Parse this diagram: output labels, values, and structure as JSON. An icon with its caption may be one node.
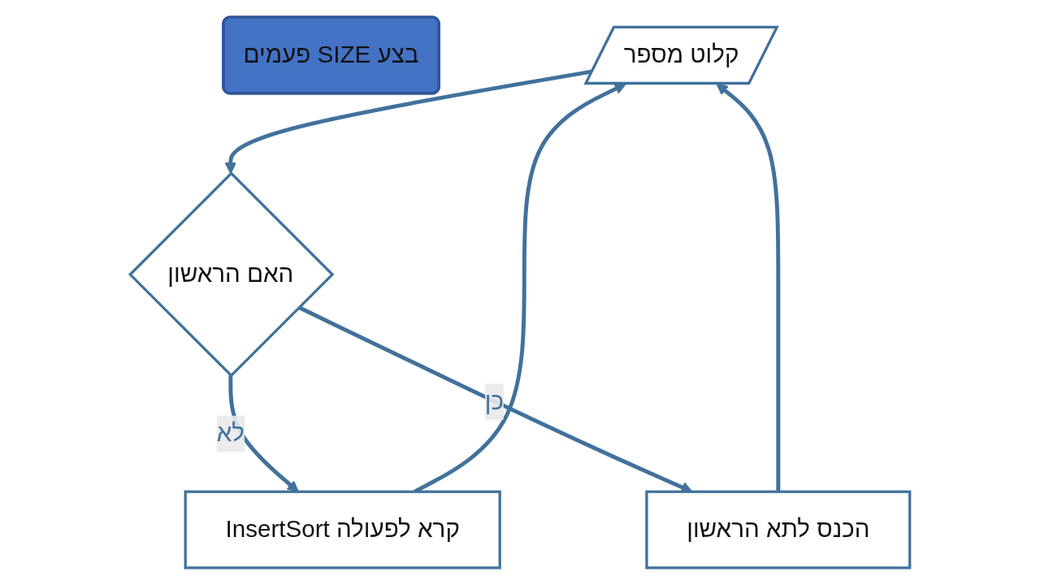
{
  "diagram": {
    "nodes": [
      {
        "text": [
          "בצע SIZE פעמים"
        ]
      },
      {
        "text": [
          "קלוט מספר"
        ]
      },
      {
        "text": [
          "האם הראשון"
        ]
      },
      {
        "text": [
          "קרא לפעולה InsertSort"
        ]
      },
      {
        "text": [
          "הכנס לתא הראשון"
        ]
      }
    ],
    "edges": [
      {
        "from": 1,
        "to": 2,
        "arrow": "to"
      },
      {
        "from": 2,
        "to": 3,
        "label": "לא",
        "arrow": "to"
      },
      {
        "from": 2,
        "to": 4,
        "label": "כן",
        "arrow": "to"
      },
      {
        "from": 3,
        "to": 1,
        "arrow": "to"
      },
      {
        "from": 4,
        "to": 1,
        "arrow": "to"
      }
    ]
  }
}
